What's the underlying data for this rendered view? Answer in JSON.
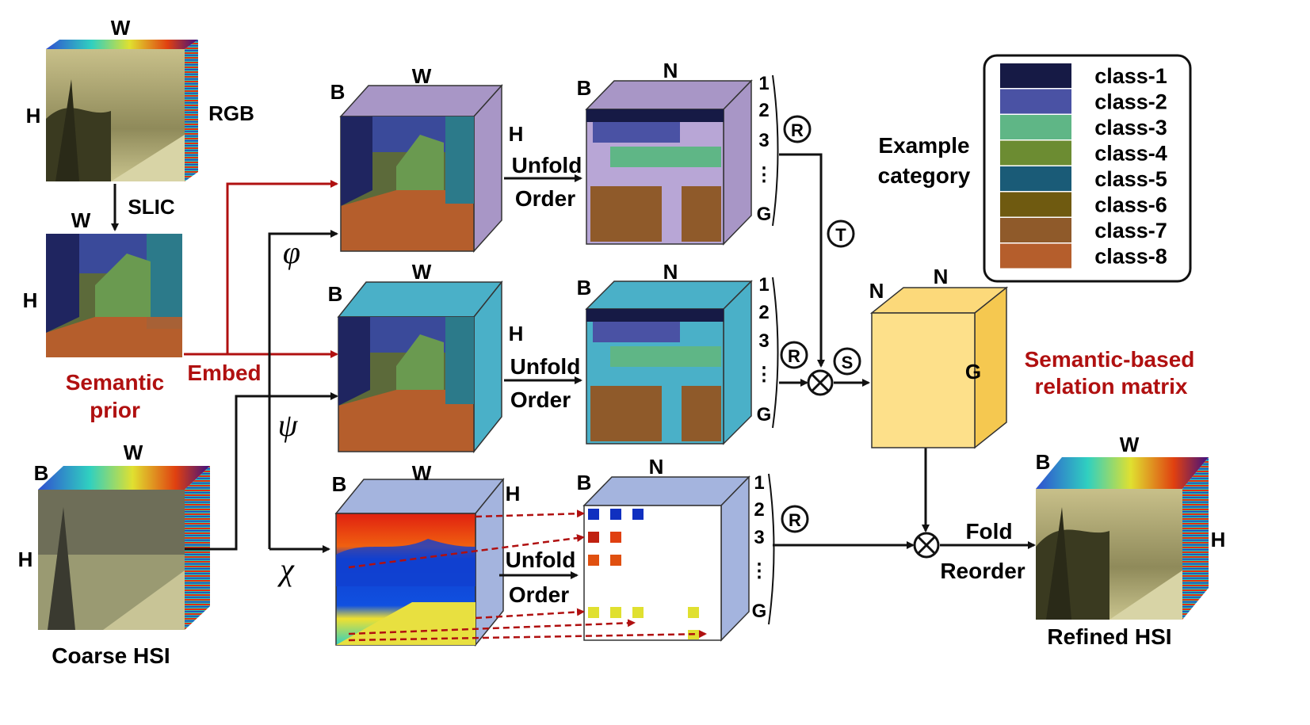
{
  "labels": {
    "W": "W",
    "H": "H",
    "B": "B",
    "N": "N",
    "G": "G",
    "rgb": "RGB",
    "slic": "SLIC",
    "semantic_prior_line1": "Semantic",
    "semantic_prior_line2": "prior",
    "embed": "Embed",
    "coarse_hsi": "Coarse HSI",
    "refined_hsi": "Refined HSI",
    "unfold": "Unfold",
    "order": "Order",
    "fold": "Fold",
    "reorder": "Reorder",
    "relation_line1": "Semantic-based",
    "relation_line2": "relation matrix",
    "example_line1": "Example",
    "example_line2": "category",
    "phi": "φ",
    "psi": "ψ",
    "chi": "χ",
    "op_R": "R",
    "op_T": "T",
    "op_S": "S",
    "op_mul": "⊗",
    "idx_1": "1",
    "idx_2": "2",
    "idx_3": "3",
    "idx_dots": "⋮",
    "dots_h": "⋯",
    "dots_v": "⋮"
  },
  "legend": [
    {
      "label": "class-1",
      "color": "#161a45"
    },
    {
      "label": "class-2",
      "color": "#4a52a4"
    },
    {
      "label": "class-3",
      "color": "#5fb686"
    },
    {
      "label": "class-4",
      "color": "#6c8c32"
    },
    {
      "label": "class-5",
      "color": "#1a5b77"
    },
    {
      "label": "class-6",
      "color": "#6f5a10"
    },
    {
      "label": "class-7",
      "color": "#8f5a2a"
    },
    {
      "label": "class-8",
      "color": "#b55e2c"
    }
  ],
  "colors": {
    "purple_cube": "#a896c6",
    "cyan_cube": "#4ab0c8",
    "blue_cube": "#a4b4de",
    "relation_cube": "#fbd97a",
    "red_arrow": "#b01010",
    "black_arrow": "#111111"
  }
}
